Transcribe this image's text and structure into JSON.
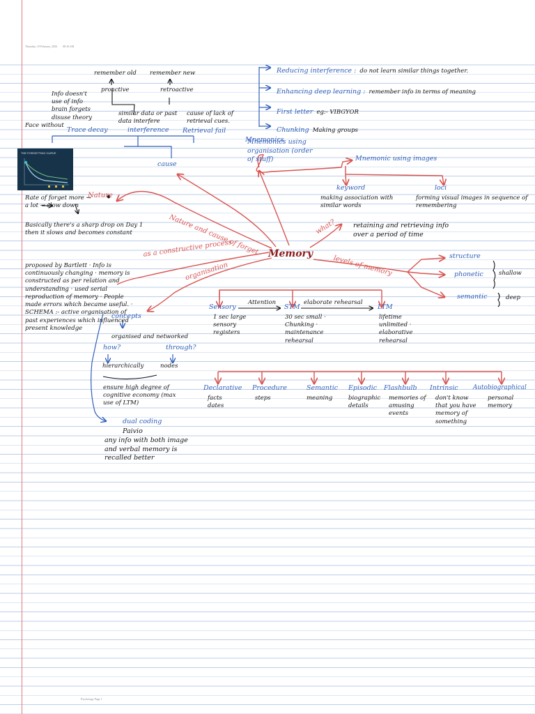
{
  "meta": {
    "date": "Thursday, 19 February, 2026",
    "time": "08:10 AM",
    "footer": "Psychology Page 1"
  },
  "colors": {
    "ink": "#111111",
    "blue": "#2f5db8",
    "red": "#d9534f",
    "title": "#8b1a1a",
    "rule": "#b9cfe8",
    "margin": "#e07a7a"
  },
  "center": {
    "label": "Memory"
  },
  "links": {
    "what": "what?",
    "levels": "levels of memory",
    "nature_cause": "Nature and cause of forget",
    "constructive": "as a constructive process",
    "organisation": "organisation",
    "cause": "cause",
    "nature": "Nature",
    "mnemonics": "Mnemonics",
    "mnemonic_images": "Mnemonic using images"
  },
  "definition": "retaining and retrieving info over a period of time",
  "forgetting": {
    "curve_title": "THE FORGETTING CURVE",
    "trace_decay": "Trace decay",
    "trace_notes": "Info doesn't use of info brain forgets disuse theory",
    "face_without": "Face without",
    "interference": "interference",
    "interference_notes": "similar data or past data interfere",
    "proactive": "proactive",
    "retroactive": "retroactive",
    "remember_old": "remember old",
    "remember_new": "remember new",
    "retrieval_fail": "Retrieval fail",
    "retrieval_notes": "cause of lack of retrieval cues.",
    "rate_notes": "Rate of forget more → a lot → slow down",
    "basically": "Basically there's a sharp drop on Day 1 then it slows and becomes constant"
  },
  "mnemonics": {
    "sub_notes": "Mnemonics using organisation (order of stuff)",
    "items": [
      {
        "label": "Reducing interference :",
        "note": "do not learn similar things together."
      },
      {
        "label": "Enhancing deep learning :",
        "note": "remember info in terms of meaning"
      },
      {
        "label": "First letter",
        "note": "eg:- VIBGYOR"
      },
      {
        "label": "Chunking",
        "note": "Making groups"
      }
    ],
    "keyword": "keyword",
    "keyword_notes": "making association with similar words",
    "loci": "loci",
    "loci_notes": "forming visual images in sequence of remembering"
  },
  "levels": {
    "items": [
      {
        "label": "structure"
      },
      {
        "label": "phonetic"
      },
      {
        "label": "semantic"
      }
    ],
    "shallow": "shallow",
    "deep": "deep"
  },
  "constructive": {
    "notes": "proposed by Bartlett · Info is continuously changing · memory is constructed as per relation and understanding · used serial reproduction of memory · People made errors which became useful. · SCHEMA :- active organisation of past experiences which influenced present knowledge"
  },
  "organisation": {
    "concepts": "concepts",
    "org_network": "organised and networked",
    "how": "how?",
    "through": "through?",
    "hierarchically": "hierarchically",
    "nodes": "nodes",
    "ensure": "ensure high degree of cognitive economy (max use of LTM)",
    "dual_coding": "dual coding",
    "paivio": "Paivio",
    "dual_notes": "any info with both image and verbal memory is recalled better"
  },
  "stores": {
    "attention": "Attention",
    "elaborate": "elaborate rehearsal",
    "sensory": {
      "label": "Sensory",
      "notes": "1 sec large sensory registers"
    },
    "stm": {
      "label": "STM",
      "notes": "30 sec small · Chunking · maintenance rehearsal"
    },
    "ltm": {
      "label": "LTM",
      "notes": "lifetime unlimited · elaborative rehearsal"
    }
  },
  "ltm_types": [
    {
      "label": "Declarative",
      "notes": "facts dates"
    },
    {
      "label": "Procedure",
      "notes": "steps"
    },
    {
      "label": "Semantic",
      "notes": "meaning"
    },
    {
      "label": "Episodic",
      "notes": "biographic details"
    },
    {
      "label": "Flashbulb",
      "notes": "memories of amusing events"
    },
    {
      "label": "Intrinsic",
      "notes": "don't know that you have memory of something"
    },
    {
      "label": "Autobiographical",
      "notes": "personal memory"
    }
  ]
}
